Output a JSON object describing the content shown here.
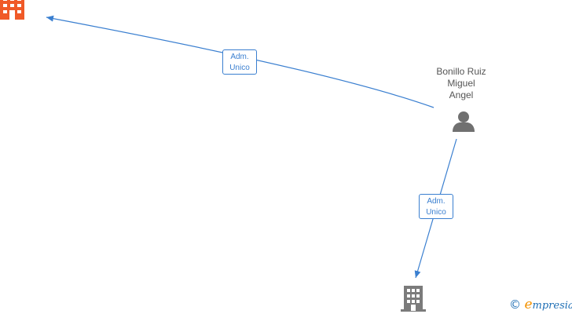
{
  "colors": {
    "edge": "#3a7fd0",
    "company_highlight": "#f05a28",
    "company_default": "#7b7b7b",
    "person": "#707070",
    "watermark_blue": "#1f6fb5",
    "watermark_orange": "#f39200"
  },
  "person": {
    "name_lines": [
      "Bonillo Ruiz",
      "Miguel",
      "Angel"
    ],
    "icon": "person-icon"
  },
  "companies": [
    {
      "id": "company-top-left",
      "icon": "building-icon",
      "highlighted": true
    },
    {
      "id": "company-bottom",
      "icon": "building-icon",
      "highlighted": false
    }
  ],
  "relations": [
    {
      "from": "person",
      "to": "company-top-left",
      "label_lines": [
        "Adm.",
        "Unico"
      ]
    },
    {
      "from": "person",
      "to": "company-bottom",
      "label_lines": [
        "Adm.",
        "Unico"
      ]
    }
  ],
  "watermark": {
    "copyright": "©",
    "brand_initial": "e",
    "brand_rest": "mpresia"
  }
}
